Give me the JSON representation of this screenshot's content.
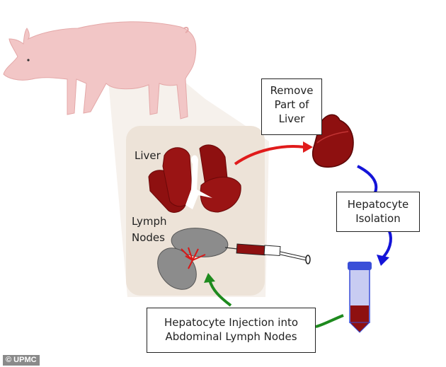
{
  "diagram": {
    "title": "Pig liver hepatocyte transplantation workflow",
    "labels": {
      "liver": "Liver",
      "lymph_nodes_line1": "Lymph",
      "lymph_nodes_line2": "Nodes",
      "remove_part_line1": "Remove",
      "remove_part_line2": "Part of",
      "remove_part_line3": "Liver",
      "isolation_line1": "Hepatocyte",
      "isolation_line2": "Isolation",
      "injection_line1": "Hepatocyte Injection into",
      "injection_line2": "Abdominal Lymph Nodes"
    },
    "steps": [
      {
        "order": 1,
        "label": "Remove Part of Liver",
        "arrow_color": "#e01b1b"
      },
      {
        "order": 2,
        "label": "Hepatocyte Isolation",
        "arrow_color": "#1414d8"
      },
      {
        "order": 3,
        "label": "Hepatocyte Injection into Abdominal Lymph Nodes",
        "arrow_color": "#1e8a1e"
      }
    ],
    "colors": {
      "pig": "#f2c6c6",
      "liver": "#8e1010",
      "lymph_node": "#8c8c8c",
      "inset_panel": "#ede3d8",
      "tube_cap": "#3a4fd8"
    },
    "watermark": "© UPMC"
  }
}
